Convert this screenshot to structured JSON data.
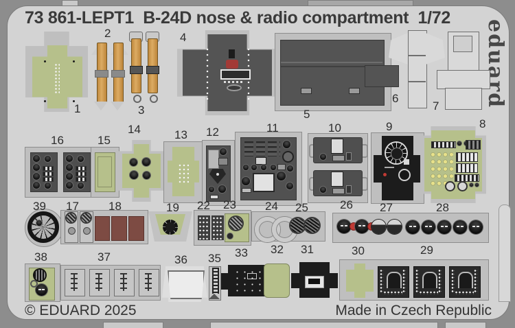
{
  "header": {
    "title": "73 861-LEPT1  B-24D nose & radio compartment  1/72"
  },
  "branding": {
    "logo_text": "eduard"
  },
  "footer": {
    "copyright": "© EDUARD 2025",
    "made_in": "Made in Czech Republic"
  },
  "part_labels": {
    "p1": "1",
    "p2": "2",
    "p3": "3",
    "p4": "4",
    "p5": "5",
    "p6": "6",
    "p7": "7",
    "p8": "8",
    "p9": "9",
    "p10": "10",
    "p11": "11",
    "p12": "12",
    "p13": "13",
    "p14": "14",
    "p15": "15",
    "p16": "16",
    "p17": "17",
    "p18": "18",
    "p19": "19",
    "p22": "22",
    "p23": "23",
    "p24": "24",
    "p25": "25",
    "p26": "26",
    "p27": "27",
    "p28": "28",
    "p29": "29",
    "p30": "30",
    "p31": "31",
    "p32": "32",
    "p33": "33",
    "p35": "35",
    "p36": "36",
    "p37": "37",
    "p38": "38",
    "p39": "39"
  },
  "colors": {
    "background": "#8d8d8d",
    "sheet": "#d3d3d3",
    "carrier": "#bfbfbf",
    "olive_part": "#b6c08b",
    "dark_panel": "#545454",
    "black_part": "#1c1c1c",
    "belt_tan": "#d0a05a",
    "maroon_part": "#7d4b43",
    "signal_red": "#c03a34",
    "fuse_yellow": "#e7e18a"
  }
}
